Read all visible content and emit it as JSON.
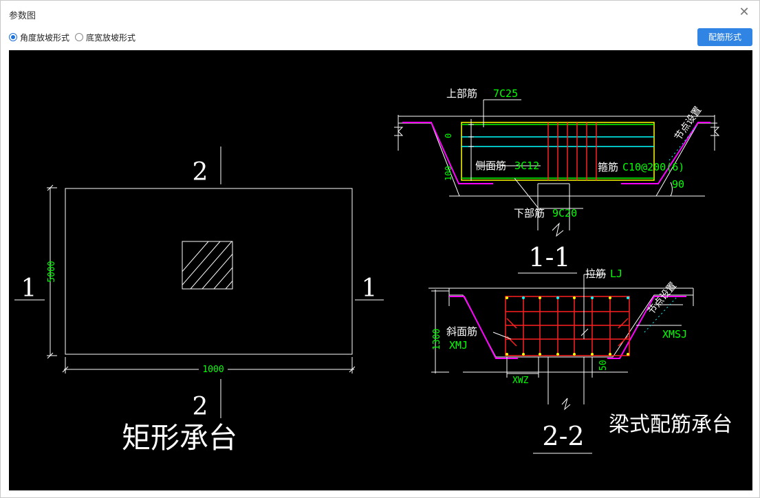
{
  "window": {
    "title": "参数图"
  },
  "options": [
    {
      "label": "角度放坡形式",
      "selected": true
    },
    {
      "label": "底宽放坡形式",
      "selected": false
    }
  ],
  "toolbar": {
    "rebar_form_label": "配筋形式"
  },
  "drawing": {
    "left": {
      "section_2": "2",
      "section_1": "1",
      "dim_height": "5000",
      "dim_width": "1000",
      "caption": "矩形承台"
    },
    "section_1_1": {
      "top_bar_label": "上部筋",
      "top_bar_value": "7C25",
      "side_bar_label": "侧面筋",
      "side_bar_value": "3C12",
      "stirrup_label": "箍筋",
      "stirrup_value": "C10@200(6)",
      "bottom_bar_label": "下部筋",
      "bottom_bar_value": "9C20",
      "node_label": "节点设置",
      "angle": "90",
      "dim_top": "0",
      "dim_side": "100",
      "title": "1-1"
    },
    "section_2_2": {
      "tie_label": "拉筋",
      "tie_value": "LJ",
      "slope_label": "斜面筋",
      "slope_value": "XMJ",
      "xmsj": "XMSJ",
      "xwz": "XWZ",
      "dim_height": "1300",
      "dim_50": "50",
      "node_label": "节点设置",
      "title": "2-2"
    },
    "caption_right": "梁式配筋承台"
  },
  "colors": {
    "accent": "#2f84e4",
    "line": "#ffffff",
    "dim": "#00ff00",
    "rebar_red": "#ff2020",
    "cyan": "#00ffff",
    "yellow": "#ffff00",
    "magenta": "#ff00ff"
  }
}
